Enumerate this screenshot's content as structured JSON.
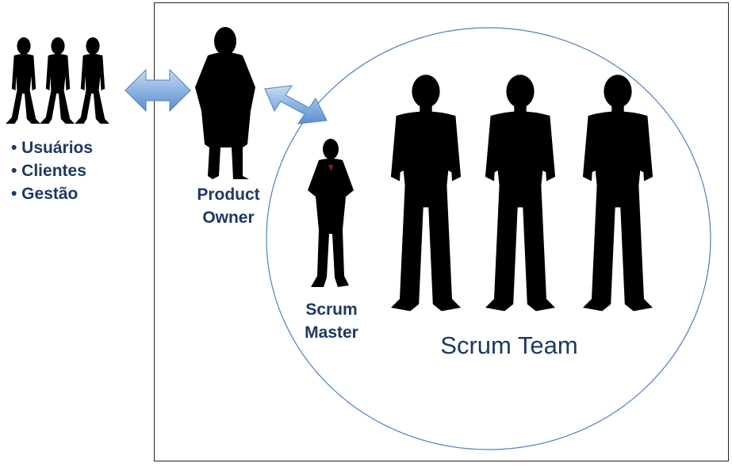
{
  "stakeholders": {
    "items": [
      "• Usuários",
      "• Clientes",
      "• Gestão"
    ]
  },
  "product_owner": {
    "label_line1": "Product",
    "label_line2": "Owner"
  },
  "scrum_master": {
    "label_line1": "Scrum",
    "label_line2": "Master"
  },
  "scrum_team": {
    "label": "Scrum Team"
  },
  "colors": {
    "label_text": "#1f3864",
    "arrow_fill": "#8db4e2",
    "arrow_stroke": "#4f81bd",
    "circle_stroke": "#4f81bd",
    "frame_stroke": "#222222",
    "silhouette": "#000000",
    "tie_accent": "#a0151b"
  }
}
